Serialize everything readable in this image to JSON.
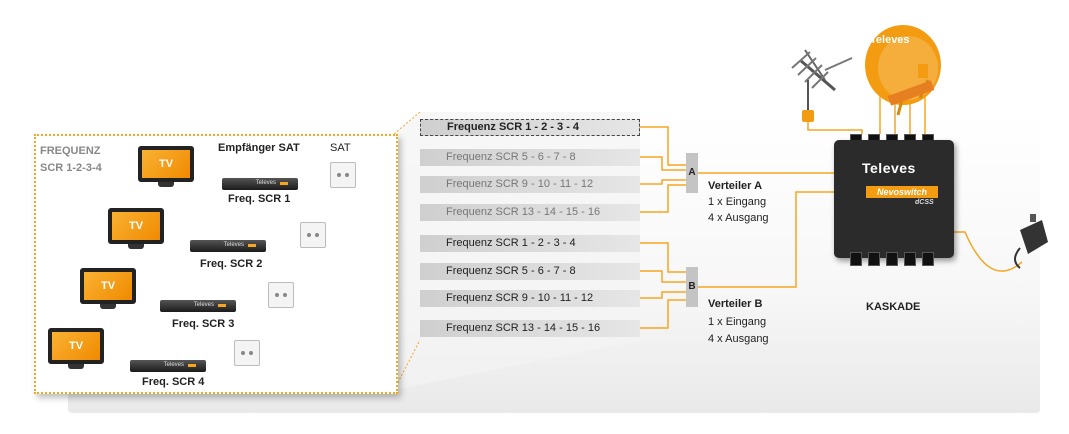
{
  "inset": {
    "title_line1": "FREQUENZ",
    "title_line2": "SCR 1-2-3-4",
    "receiver_heading": "Empfänger SAT",
    "sat_heading": "SAT",
    "tv_label": "TV",
    "receivers": [
      "Freq. SCR 1",
      "Freq. SCR 2",
      "Freq. SCR 3",
      "Freq. SCR 4"
    ]
  },
  "frequency_bars": {
    "group_a": [
      "Frequenz SCR 1 - 2 - 3 - 4",
      "Frequenz SCR 5 - 6 - 7 - 8",
      "Frequenz SCR 9 - 10 - 11 - 12",
      "Frequenz SCR 13 - 14 - 15 - 16"
    ],
    "group_b": [
      "Frequenz SCR 1 - 2 - 3 - 4",
      "Frequenz SCR 5 - 6 - 7 - 8",
      "Frequenz SCR 9 - 10 - 11 - 12",
      "Frequenz SCR 13 - 14 - 15 - 16"
    ]
  },
  "splitters": {
    "a": {
      "letter": "A",
      "title": "Verteiler A",
      "inputs": "1 x Eingang",
      "outputs": "4 x Ausgang"
    },
    "b": {
      "letter": "B",
      "title": "Verteiler B",
      "inputs": "1 x Eingang",
      "outputs": "4 x Ausgang"
    }
  },
  "multiswitch": {
    "brand": "Televes",
    "model": "Nevoswitch",
    "code": "dCSS",
    "caption": "KASKADE"
  },
  "dish_brand": "Televes",
  "colors": {
    "accent": "#f5a623",
    "cable": "#f5a623",
    "device": "#2b2b2b"
  }
}
